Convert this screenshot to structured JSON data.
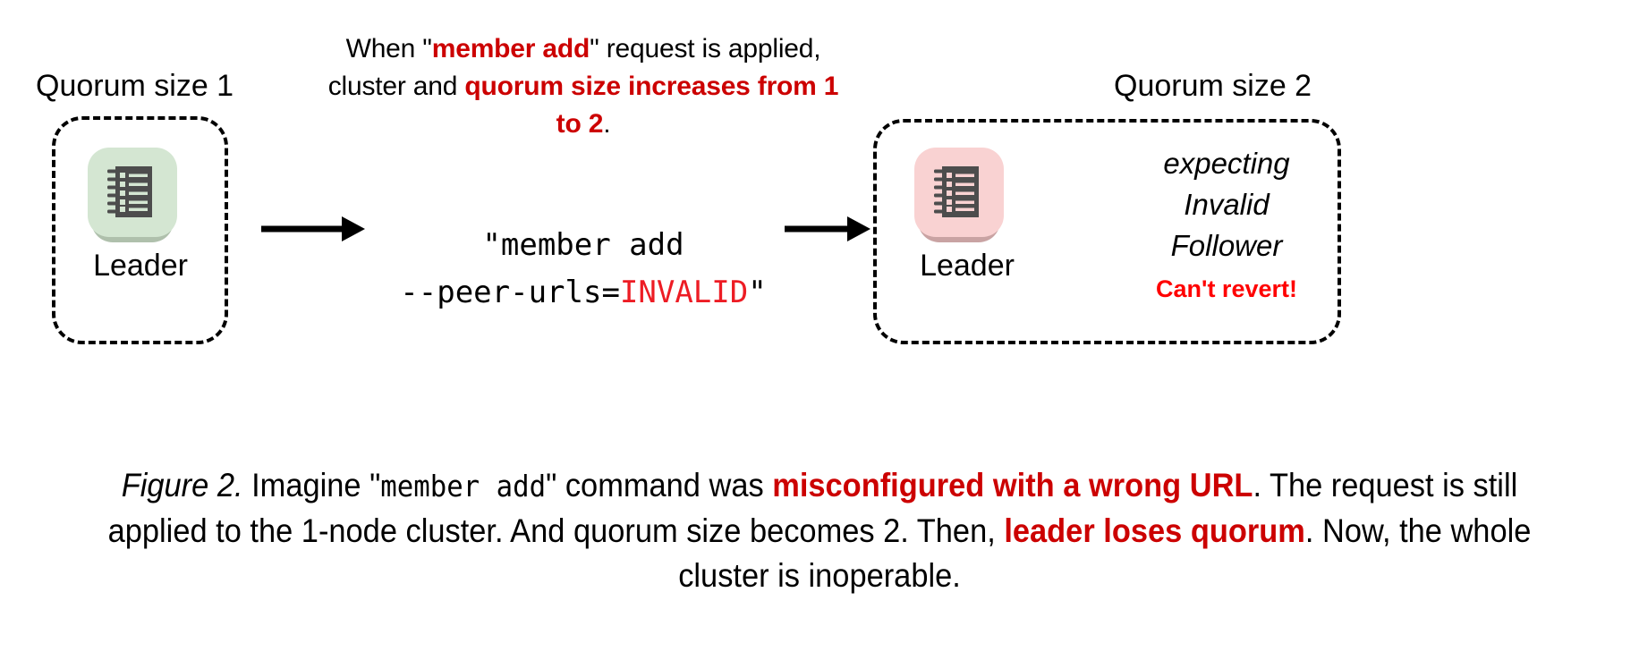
{
  "figure": {
    "top_note": {
      "segments": [
        {
          "text": "When \"",
          "style": "plain"
        },
        {
          "text": "member add",
          "style": "red-bold"
        },
        {
          "text": "\" request is applied, cluster and ",
          "style": "plain"
        },
        {
          "text": "quorum size increases from 1 to 2",
          "style": "red-bold"
        },
        {
          "text": ".",
          "style": "plain"
        }
      ],
      "plain_text": "When \"member add\" request is applied, cluster and quorum size increases from 1 to 2."
    },
    "left_cluster": {
      "group_label": "Quorum size 1",
      "node": {
        "label": "Leader",
        "icon": "server-log-icon",
        "tile_color": "#D4E6D2",
        "tile_shadow_color": "#AFC0AC",
        "glyph_color": "#4D4D4D"
      }
    },
    "right_cluster": {
      "group_label": "Quorum size 2",
      "node": {
        "label": "Leader",
        "icon": "server-log-icon",
        "tile_color": "#F9D2D2",
        "tile_shadow_color": "#C9A3A3",
        "glyph_color": "#4D4D4D"
      },
      "status_lines": [
        "expecting",
        "Invalid",
        "Follower"
      ],
      "warning": "Can't revert!"
    },
    "command": {
      "line1": "\"member add",
      "line2_prefix": "--peer-urls=",
      "line2_value": "INVALID",
      "line2_suffix": "\""
    },
    "arrows": {
      "arrow_1_label": "apply-request-arrow",
      "arrow_2_label": "result-arrow"
    },
    "caption": {
      "segments": [
        {
          "text": "Figure 2.",
          "style": "fig-no"
        },
        {
          "text": " Imagine \"",
          "style": "plain"
        },
        {
          "text": "member add",
          "style": "mono"
        },
        {
          "text": "\" command was ",
          "style": "plain"
        },
        {
          "text": "misconfigured with a wrong URL",
          "style": "red-bold"
        },
        {
          "text": ". The request is still applied to the 1-node cluster. And quorum size becomes 2. Then, ",
          "style": "plain"
        },
        {
          "text": "leader loses quorum",
          "style": "red-bold"
        },
        {
          "text": ". Now, the whole cluster is inoperable.",
          "style": "plain"
        }
      ],
      "plain_text": "Figure 2. Imagine \"member add\" command was misconfigured with a wrong URL. The request is still applied to the 1-node cluster. And quorum size becomes 2. Then, leader loses quorum. Now, the whole cluster is inoperable."
    },
    "colors": {
      "background": "#FFFFFF",
      "text": "#000000",
      "accent_red_bold": "#CC0000",
      "accent_red_bright": "#FF0000",
      "invalid_red": "#ED1C24",
      "dashed_border": "#000000"
    }
  }
}
